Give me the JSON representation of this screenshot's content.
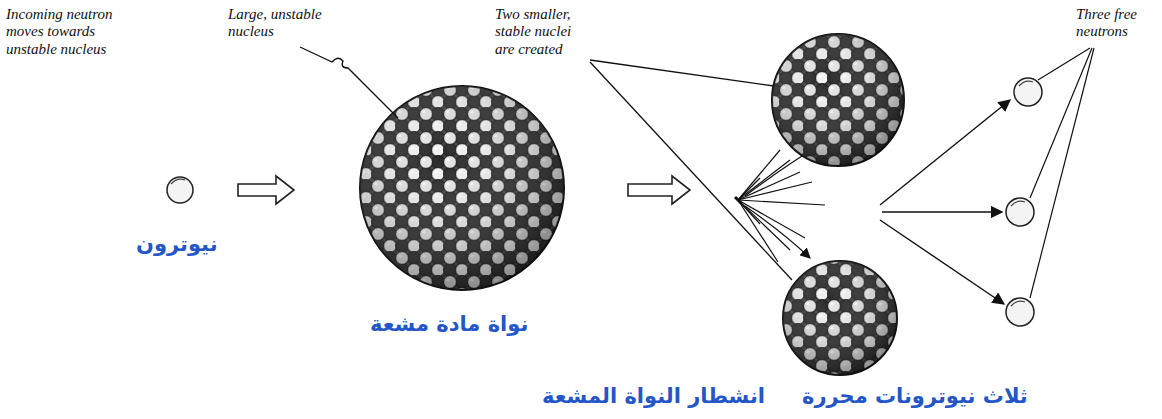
{
  "diagram": {
    "labels": [
      "Incoming neutron moves towards unstable nucleus",
      "Large, unstable nucleus",
      "Two smaller, stable nuclei are created",
      "Three free neutrons",
      "نيوترون",
      "نواة مادة مشعة",
      "انشطار النواة المشعة",
      "ثلاث نيوترونات محررة"
    ]
  }
}
